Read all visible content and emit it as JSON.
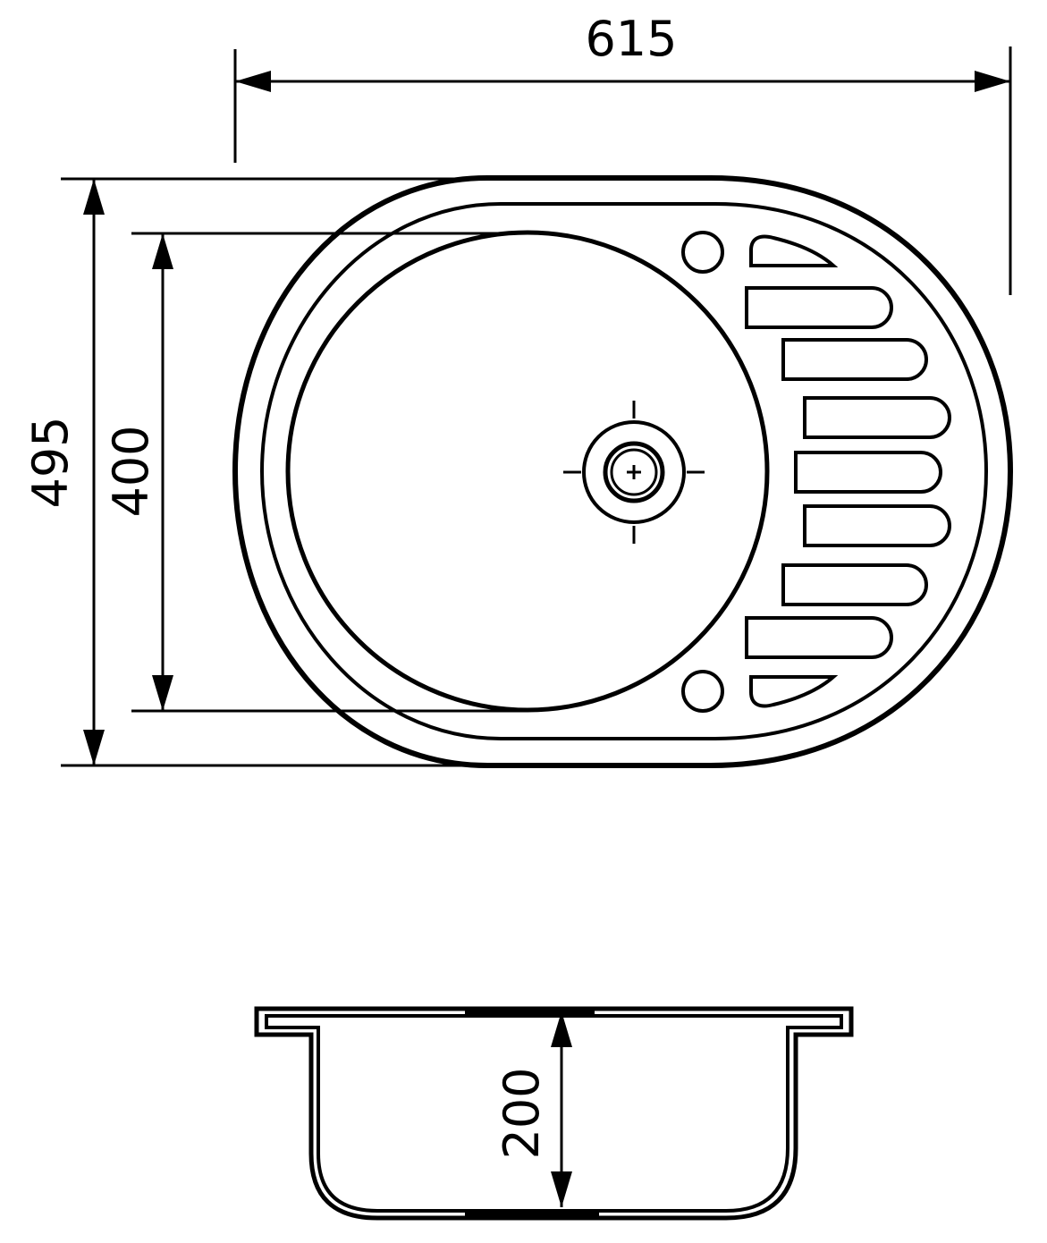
{
  "dimensions": {
    "overall_width": "615",
    "overall_depth": "495",
    "bowl_diameter": "400",
    "bowl_depth": "200"
  },
  "colors": {
    "line": "#000000",
    "background": "#ffffff"
  }
}
